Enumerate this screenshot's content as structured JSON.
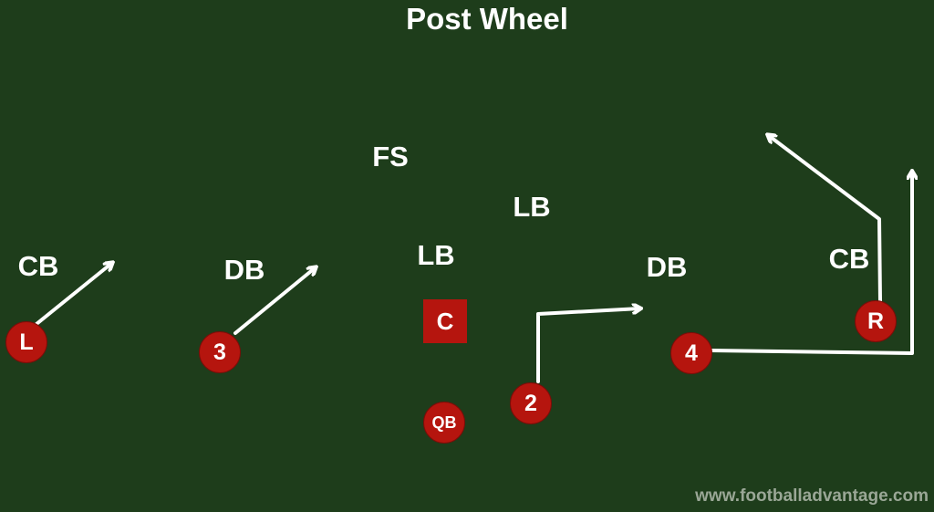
{
  "title": "Post Wheel",
  "defense": {
    "fs": "FS",
    "lb_top": "LB",
    "lb_mid": "LB",
    "cb_left": "CB",
    "db_left": "DB",
    "db_right": "DB",
    "cb_right": "CB"
  },
  "offense": {
    "l": "L",
    "three": "3",
    "center": "C",
    "qb": "QB",
    "two": "2",
    "four": "4",
    "r": "R"
  },
  "watermark": "www.footballadvantage.com",
  "colors": {
    "field": "#1e3d1b",
    "player": "#b5150e",
    "route": "#ffffff"
  }
}
